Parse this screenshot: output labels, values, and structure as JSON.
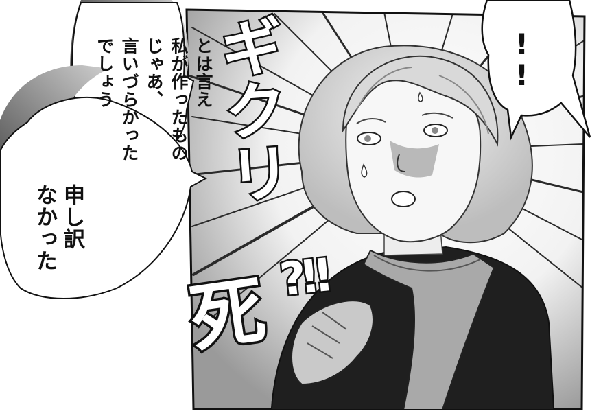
{
  "bubbles": {
    "top": {
      "text": "とは言え\n私が作ったもの\nじゃあ、\n言いづらかった\nでしょう"
    },
    "bottom": {
      "text": "申し訳\nなかった"
    },
    "right": {
      "text": "!!"
    }
  },
  "sound_effects": {
    "giku": "ギクリ",
    "shi": "死",
    "shock_marks": "?!!"
  },
  "colors": {
    "ink": "#111111",
    "paper": "#ffffff",
    "tone_dark": "#888888",
    "tone_mid": "#a9a9a9",
    "tone_light": "#c9c9c9"
  }
}
